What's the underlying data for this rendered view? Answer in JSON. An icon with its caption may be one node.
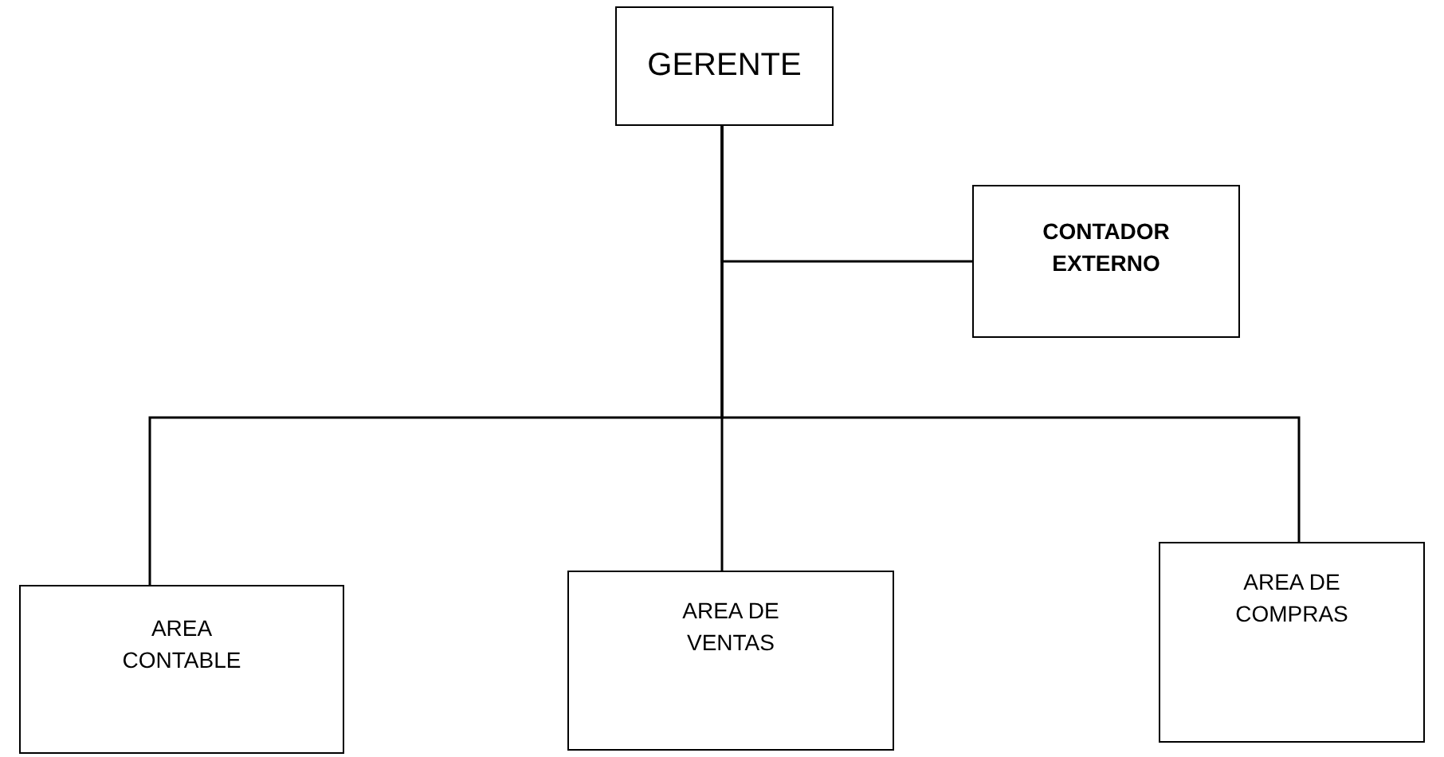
{
  "diagram": {
    "nodes": [
      {
        "text": [
          "GERENTE"
        ]
      },
      {
        "text": [
          "CONTADOR EXTERNO"
        ]
      },
      {
        "text": [
          "AREA CONTABLE"
        ]
      },
      {
        "text": [
          "AREA DE VENTAS"
        ]
      },
      {
        "text": [
          "AREA DE COMPRAS"
        ]
      }
    ],
    "edges": [
      {
        "from": 0,
        "to": 1,
        "arrow": "none"
      },
      {
        "from": 0,
        "to": 2,
        "arrow": "none"
      },
      {
        "from": 0,
        "to": 3,
        "arrow": "none"
      },
      {
        "from": 0,
        "to": 4,
        "arrow": "none"
      }
    ]
  }
}
